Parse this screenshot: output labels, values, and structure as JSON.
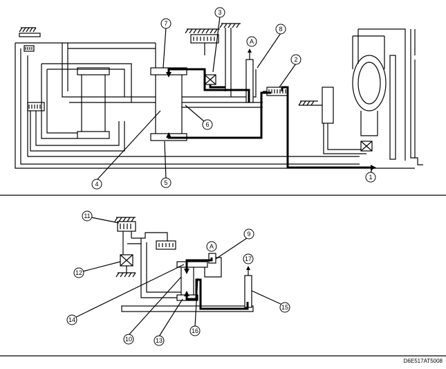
{
  "callouts": [
    {
      "id": "c1",
      "text": "1"
    },
    {
      "id": "c2",
      "text": "2"
    },
    {
      "id": "c3",
      "text": "3"
    },
    {
      "id": "c4",
      "text": "4"
    },
    {
      "id": "c5",
      "text": "5"
    },
    {
      "id": "c6",
      "text": "6"
    },
    {
      "id": "c7",
      "text": "7"
    },
    {
      "id": "c8",
      "text": "8"
    },
    {
      "id": "c9",
      "text": "9"
    },
    {
      "id": "c10",
      "text": "10"
    },
    {
      "id": "c11",
      "text": "11"
    },
    {
      "id": "c12",
      "text": "12"
    },
    {
      "id": "c13",
      "text": "13"
    },
    {
      "id": "c14",
      "text": "14"
    },
    {
      "id": "c15",
      "text": "15"
    },
    {
      "id": "c16",
      "text": "16"
    },
    {
      "id": "c17",
      "text": "17"
    }
  ],
  "markers": {
    "a_top": "A",
    "a_bottom": "A"
  },
  "figure_ref": "D6E517AT5008"
}
